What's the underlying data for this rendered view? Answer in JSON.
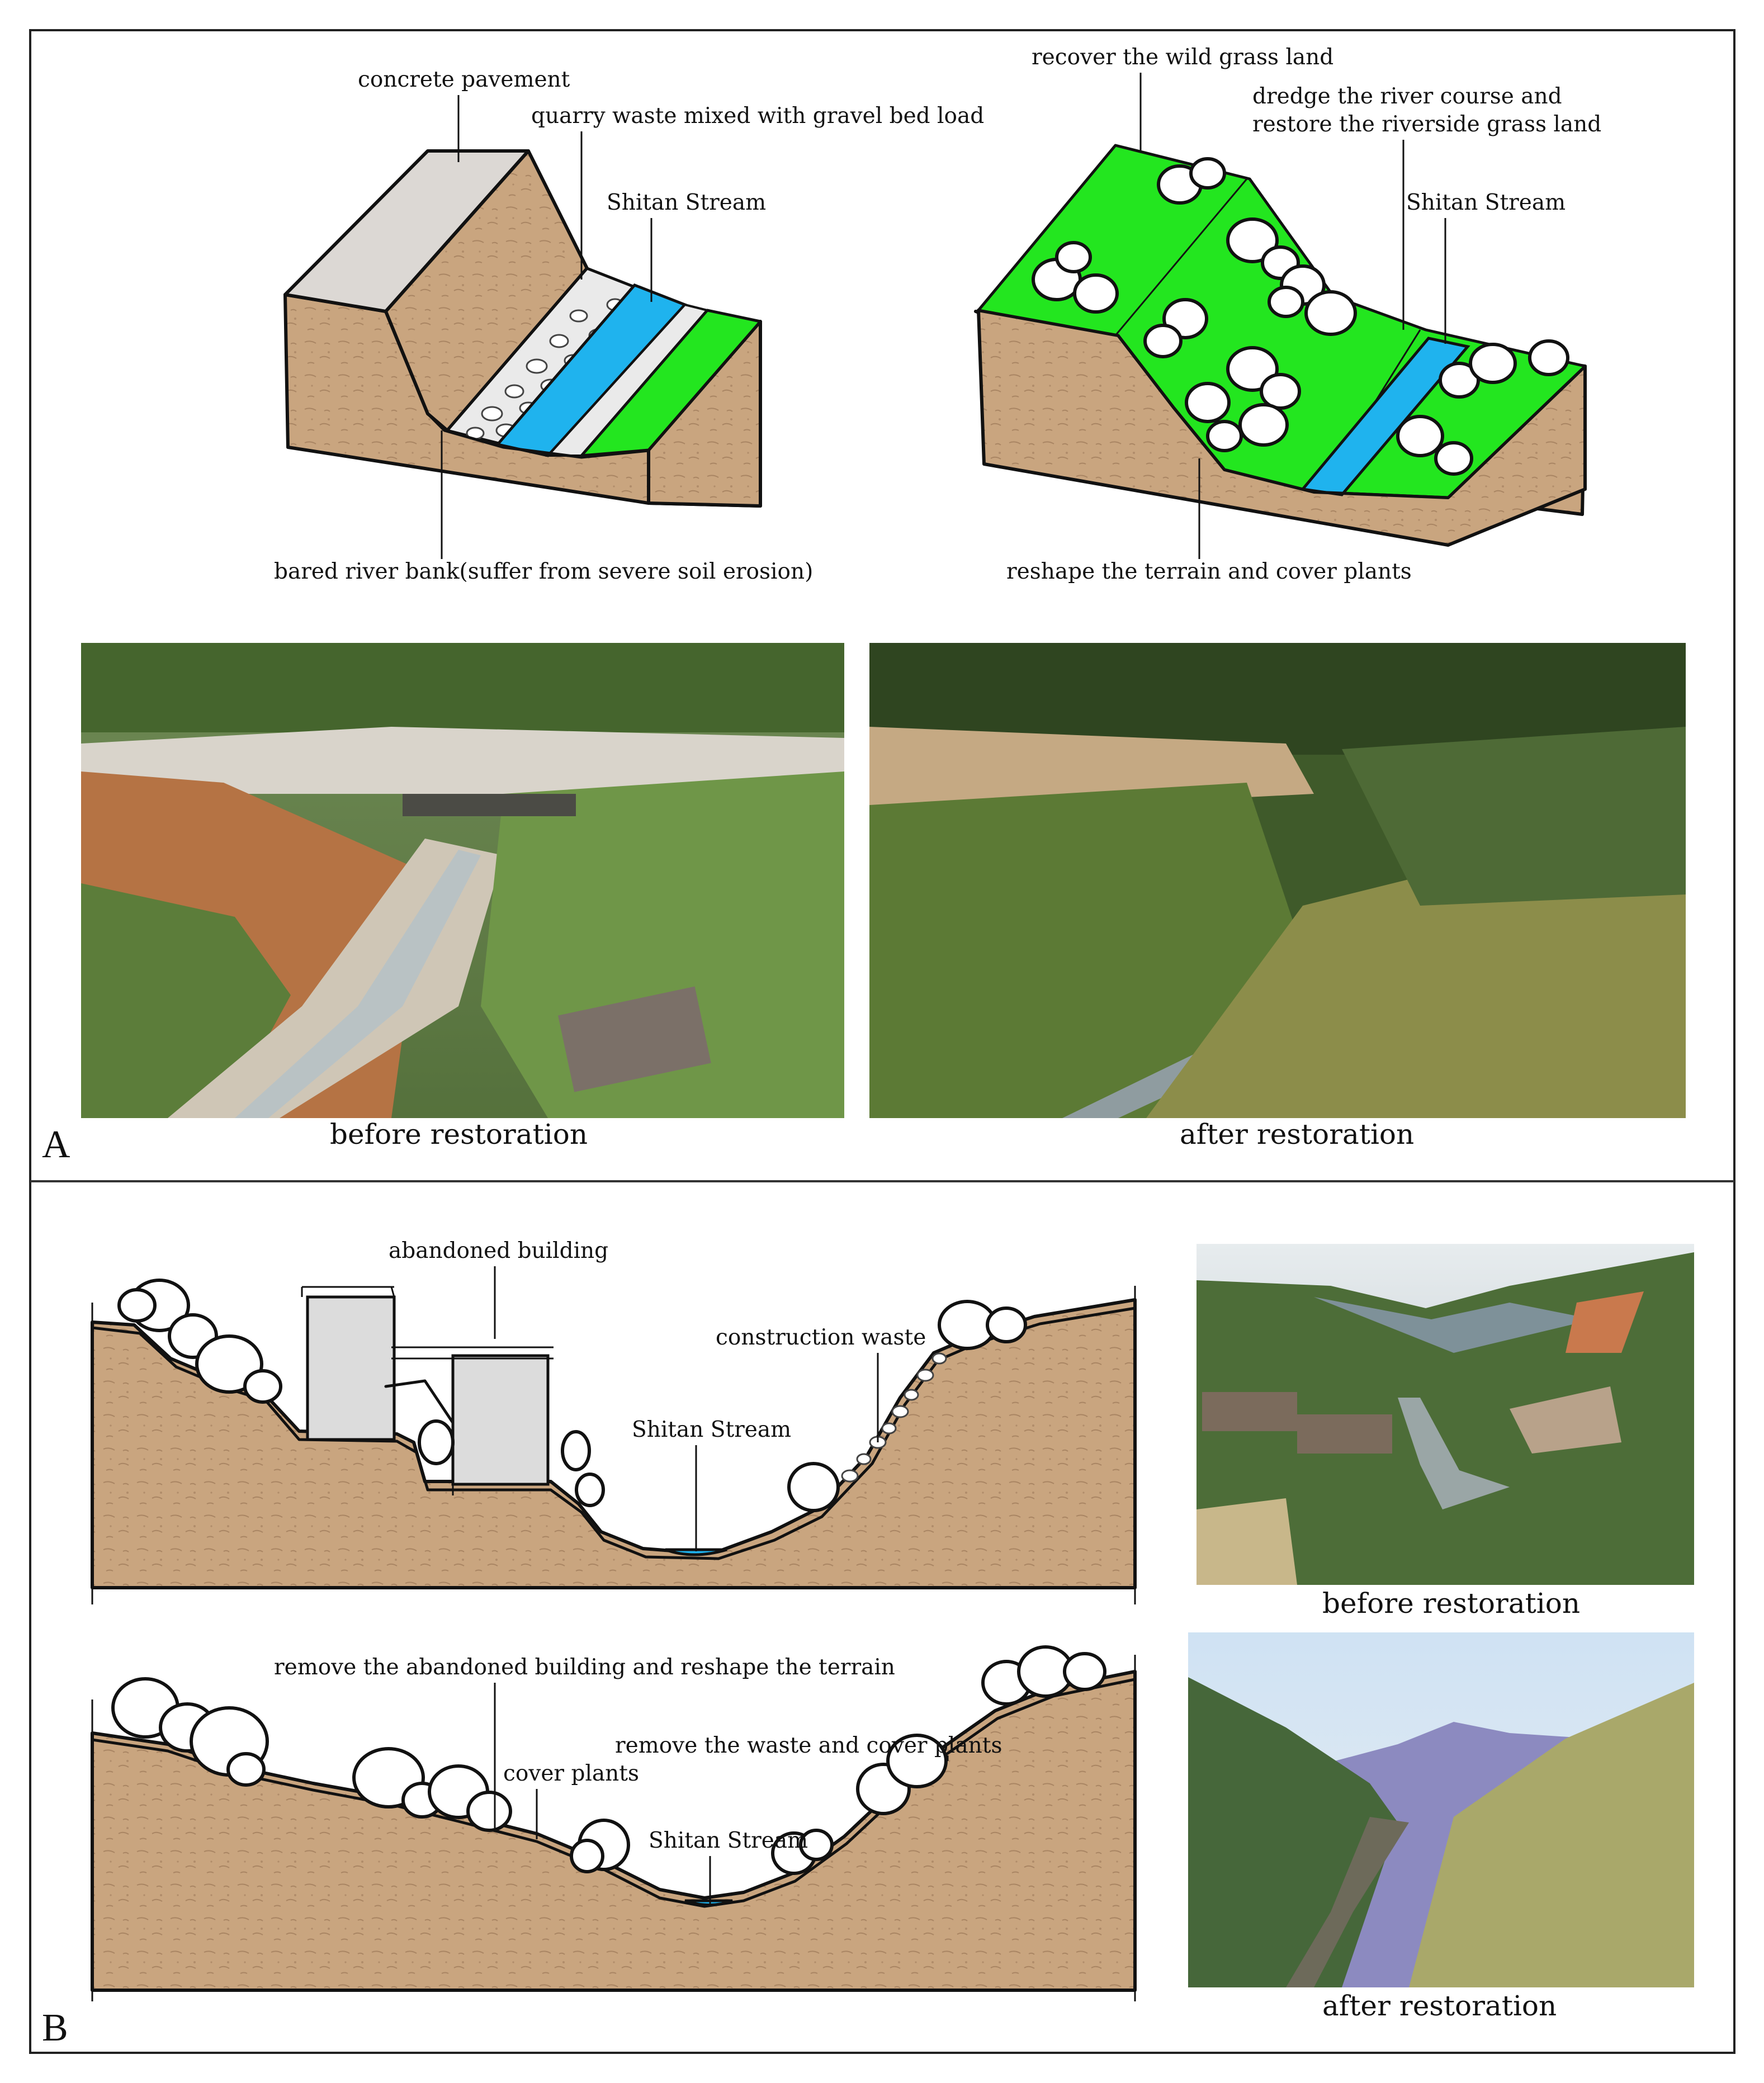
{
  "panel_A": {
    "letter": "A",
    "before_labels": {
      "concrete": "concrete pavement",
      "quarry": "quarry waste mixed with gravel bed load",
      "stream": "Shitan Stream",
      "bank": "bared river bank(suffer from severe soil erosion)"
    },
    "after_labels": {
      "grassland": "recover the wild grass land",
      "dredge_1": "dredge the river course and",
      "dredge_2": "restore the riverside grass land",
      "stream": "Shitan Stream",
      "reshape": "reshape the terrain and cover plants"
    },
    "photo_before_caption": "before restoration",
    "photo_after_caption": "after restoration"
  },
  "panel_B": {
    "letter": "B",
    "before_labels": {
      "building": "abandoned building",
      "waste": "construction waste",
      "stream": "Shitan Stream"
    },
    "after_labels": {
      "remove_building": "remove the abandoned building and reshape the terrain",
      "remove_waste": "remove the waste and cover plants",
      "cover": "cover plants",
      "stream": "Shitan Stream"
    },
    "photo_before_caption": "before restoration",
    "photo_after_caption": "after restoration"
  },
  "colors": {
    "soil": "#c9a57f",
    "grass": "#23e61f",
    "water": "#1fb3ee",
    "concrete": "#dcd8d4",
    "building": "#dcdcdc"
  }
}
